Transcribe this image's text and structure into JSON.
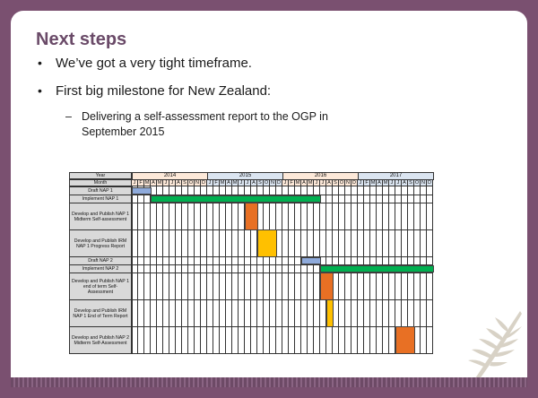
{
  "slide": {
    "title": "Next steps",
    "bullets": [
      {
        "text": "We’ve got a very tight timeframe."
      },
      {
        "text": "First big milestone for New Zealand:",
        "sub": [
          "Delivering a self-assessment report to the OGP in",
          "September 2015"
        ],
        "sub_marker": "–"
      }
    ]
  },
  "chart_data": {
    "type": "table",
    "header_year_label": "Year",
    "header_month_label": "Month",
    "years": [
      "2014",
      "2015",
      "2016",
      "2017"
    ],
    "months": [
      "J",
      "F",
      "M",
      "A",
      "M",
      "J",
      "J",
      "A",
      "S",
      "O",
      "N",
      "D"
    ],
    "colors": {
      "blue": "#8eaadb",
      "green": "#00b050",
      "orange": "#e87024",
      "yellow": "#ffc000",
      "year_even": "#fde9d9",
      "year_odd": "#dbe5f1"
    },
    "tasks": [
      {
        "label": "Draft NAP 1",
        "start": "Jan 2014",
        "end": "Mar 2014",
        "color": "blue"
      },
      {
        "label": "Implement NAP 1",
        "start": "Apr 2014",
        "end": "Jun 2016",
        "color": "green"
      },
      {
        "label": "Develop and Publish NAP 1 Midterm Self-assessment",
        "start": "Jul 2015",
        "end": "Aug 2015",
        "color": "orange"
      },
      {
        "label": "Develop and Publish IRM NAP 1 Progress Report",
        "start": "Sep 2015",
        "end": "Nov 2015",
        "color": "yellow"
      },
      {
        "label": "Draft NAP 2",
        "start": "Apr 2016",
        "end": "Jun 2016",
        "color": "blue"
      },
      {
        "label": "Implement NAP 2",
        "start": "Jul 2016",
        "end": "Dec 2017",
        "color": "green"
      },
      {
        "label": "Develop and Publish NAP 1 end of term Self-Assessment",
        "start": "Jul 2016",
        "end": "Aug 2016",
        "color": "orange"
      },
      {
        "label": "Develop and Publish IRM NAP 1 End of Term Report",
        "start": "Aug 2016",
        "end": "Aug 2016",
        "color": "yellow"
      },
      {
        "label": "Develop and Publish NAP 2 Midterm Self-Assessment",
        "start": "Jul 2017",
        "end": "Sep 2017",
        "color": "orange"
      }
    ]
  }
}
